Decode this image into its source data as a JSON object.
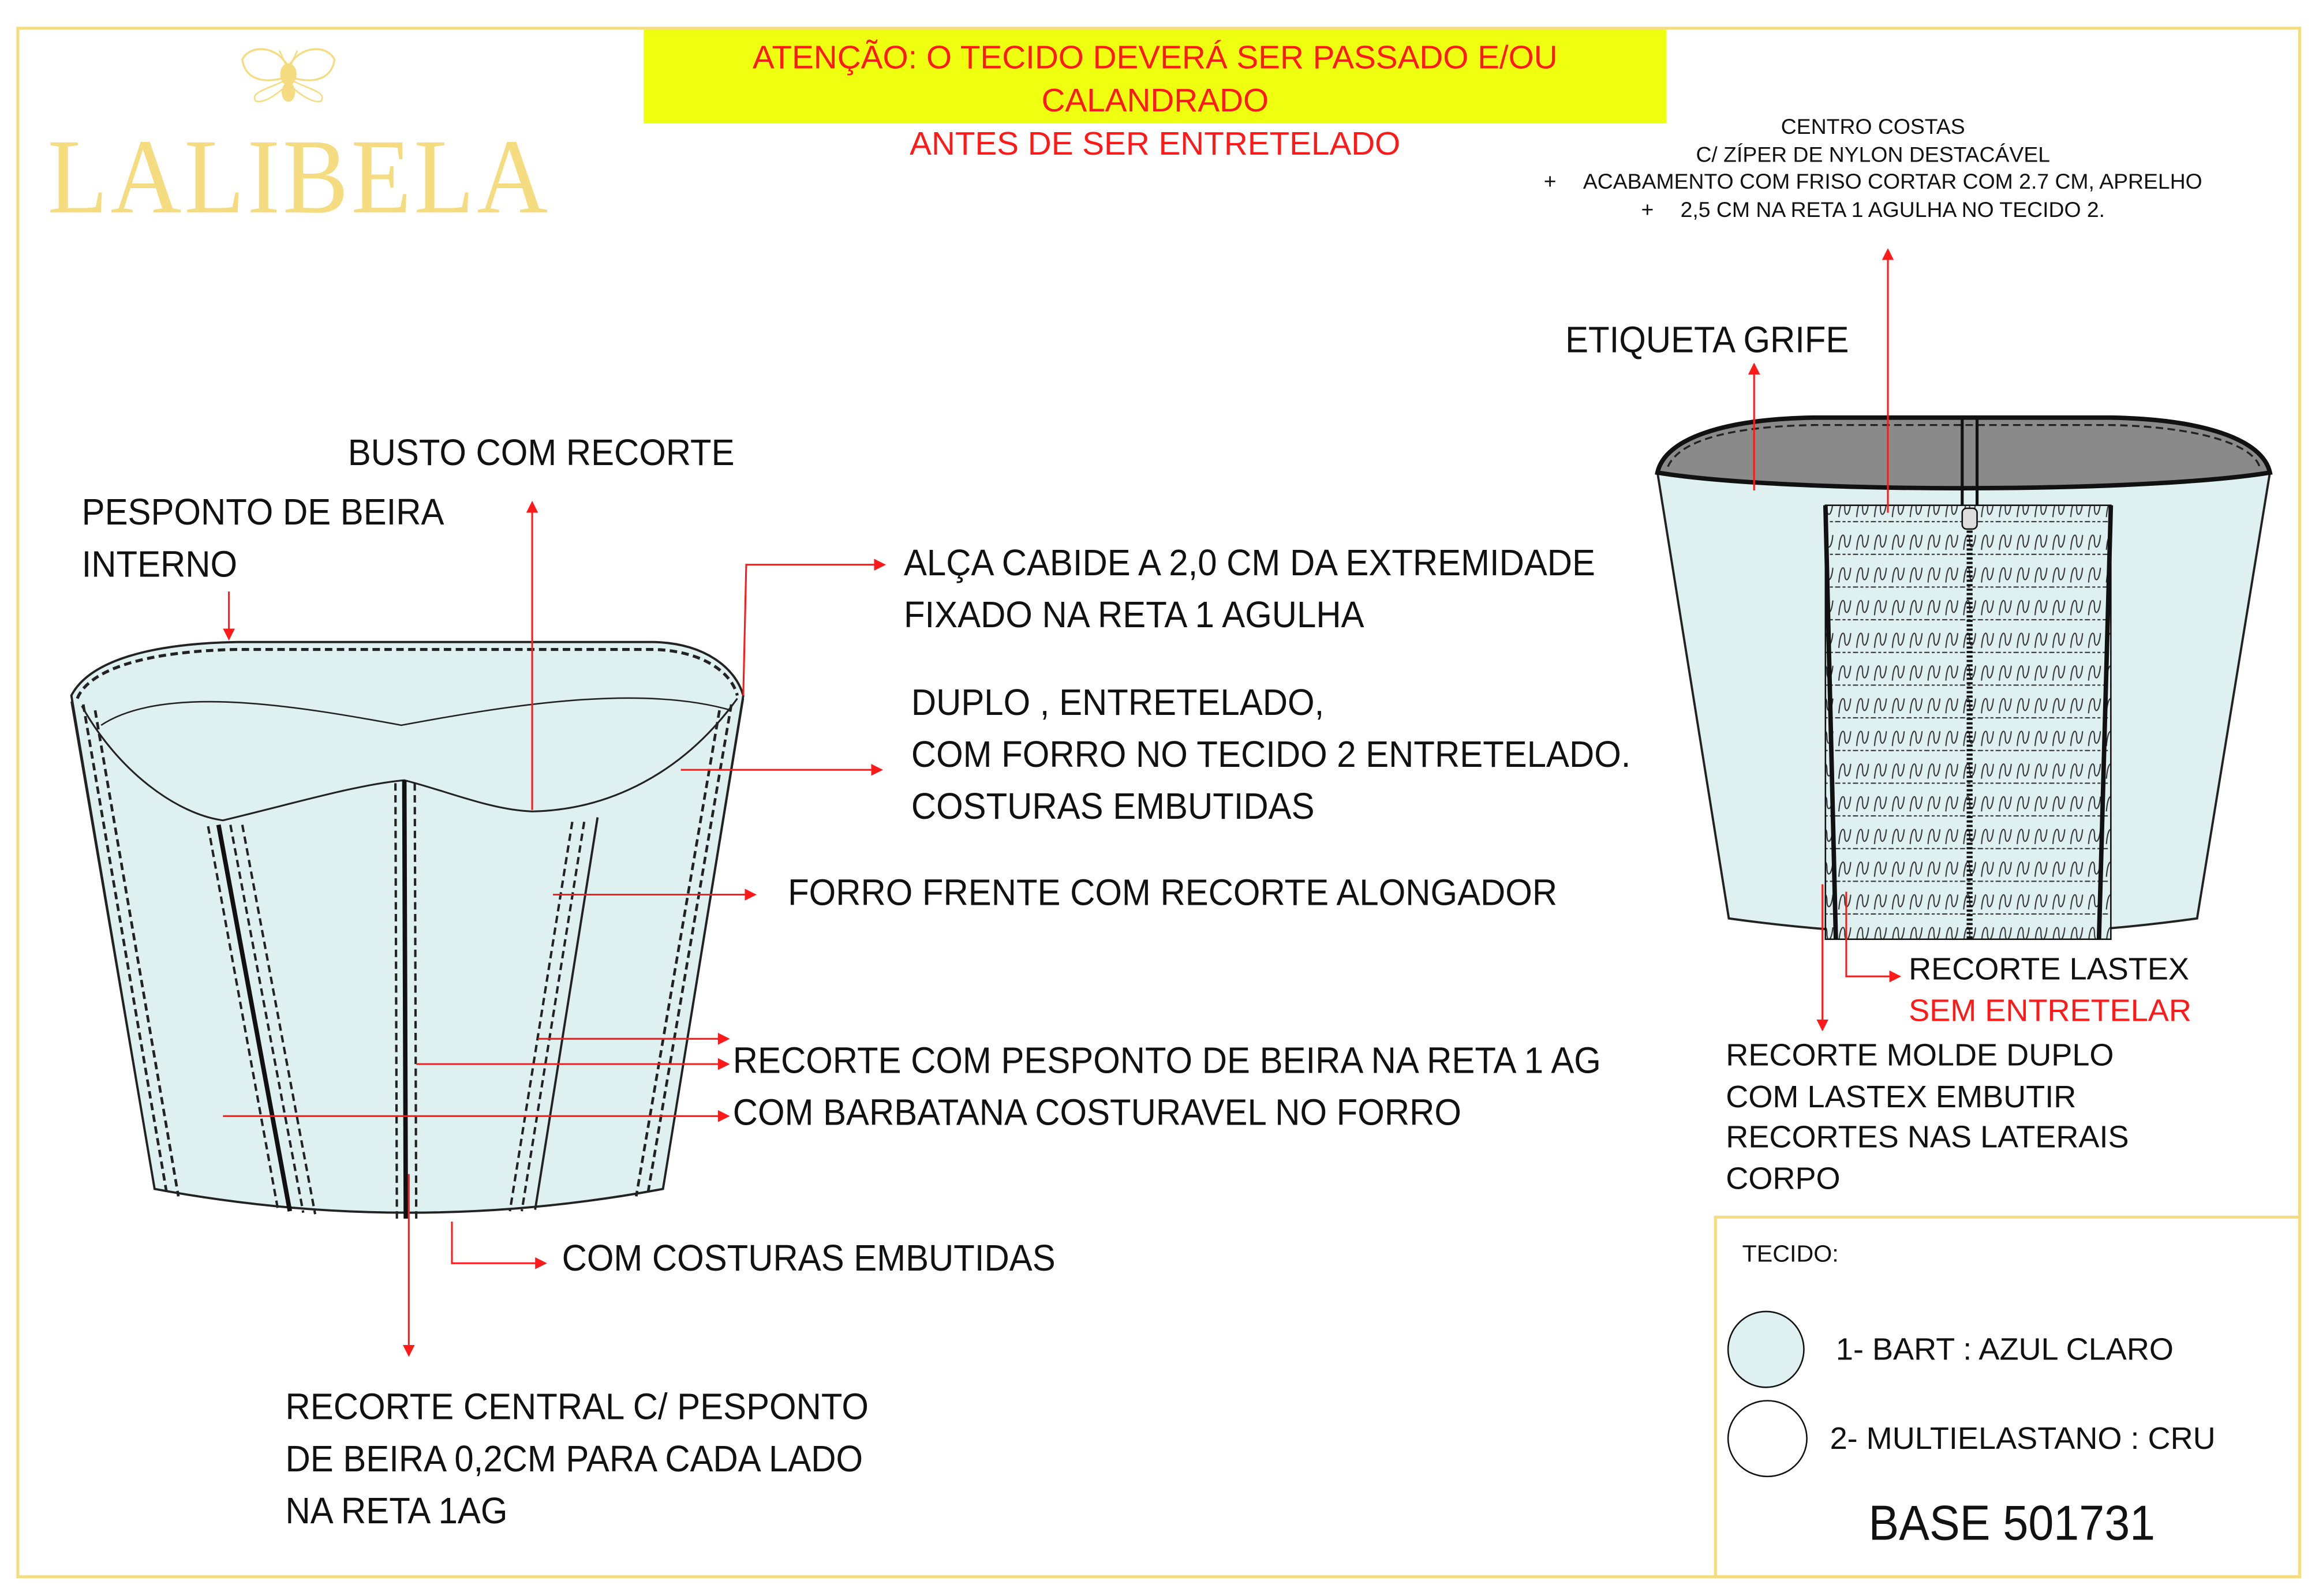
{
  "brand": {
    "name": "LALIBELA",
    "logo_icon": "bee-icon"
  },
  "warning": {
    "line1": "ATENÇÃO: O TECIDO DEVERÁ SER PASSADO E/OU CALANDRADO",
    "line2": "ANTES DE SER ENTRETELADO"
  },
  "back_notes": {
    "line1": "CENTRO COSTAS",
    "line2": "C/ ZÍPER DE NYLON DESTACÁVEL",
    "line3": "ACABAMENTO COM FRISO CORTAR COM 2.7 CM, APRELHO",
    "line4": "2,5 CM NA RETA 1 AGULHA NO TECIDO 2.",
    "plus": "+"
  },
  "front_callouts": {
    "busto": "BUSTO COM RECORTE",
    "pesponto_1": "PESPONTO DE BEIRA",
    "pesponto_2": "INTERNO",
    "alca_1": "ALÇA CABIDE A 2,0 CM DA EXTREMIDADE",
    "alca_2": "FIXADO NA RETA 1 AGULHA",
    "duplo_1": "DUPLO , ENTRETELADO,",
    "duplo_2": "COM FORRO NO TECIDO 2 ENTRETELADO.",
    "duplo_3": "COSTURAS EMBUTIDAS",
    "forro": "FORRO FRENTE COM RECORTE ALONGADOR",
    "recorte": "RECORTE COM PESPONTO DE BEIRA NA RETA 1 AG",
    "barbatana": "COM BARBATANA COSTURAVEL NO FORRO",
    "costuras": "COM COSTURAS EMBUTIDAS",
    "central_1": "RECORTE CENTRAL C/ PESPONTO",
    "central_2": "DE BEIRA 0,2CM PARA CADA LADO",
    "central_3": "NA RETA 1AG"
  },
  "back_callouts": {
    "etiqueta": "ETIQUETA GRIFE",
    "lastex_1": "RECORTE LASTEX",
    "lastex_2": "SEM ENTRETELAR",
    "molde_1": "RECORTE MOLDE DUPLO",
    "molde_2": "COM LASTEX EMBUTIR",
    "molde_3": "RECORTES NAS LATERAIS",
    "molde_4": "CORPO"
  },
  "legend": {
    "title": "TECIDO:",
    "items": [
      {
        "label": "1- BART : AZUL CLARO",
        "color": "#dff0f0"
      },
      {
        "label": "2- MULTIELASTANO : CRU",
        "color": "#ffffff"
      }
    ],
    "base": "BASE 501731"
  },
  "colors": {
    "gold": "#f5dc80",
    "banner": "#eeff10",
    "red": "#ff1a1a",
    "fabric": "#dff0f0",
    "lining": "#8a8a8a"
  }
}
